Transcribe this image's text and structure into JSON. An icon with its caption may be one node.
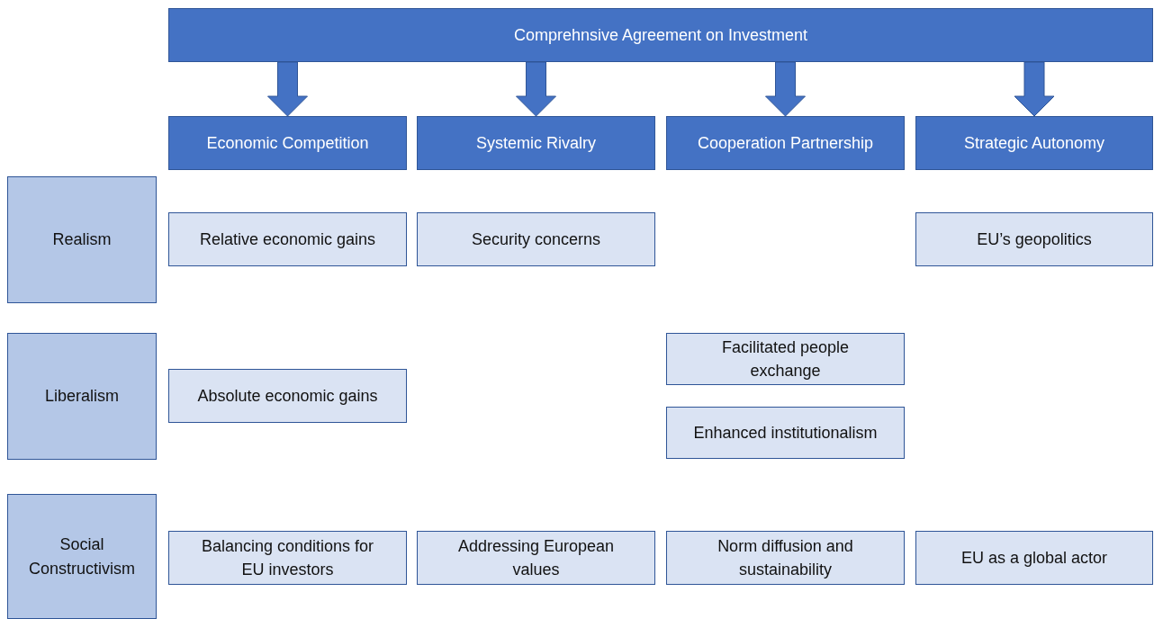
{
  "diagram": {
    "nodes": [
      {
        "text": [
          "Comprehnsive Agreement on Investment"
        ]
      },
      {
        "text": [
          "Economic Competition"
        ]
      },
      {
        "text": [
          "Systemic Rivalry"
        ]
      },
      {
        "text": [
          "Cooperation Partnership"
        ]
      },
      {
        "text": [
          "Strategic Autonomy"
        ]
      },
      {
        "text": [
          "Realism"
        ]
      },
      {
        "text": [
          "Relative economic gains"
        ]
      },
      {
        "text": [
          "Security concerns"
        ]
      },
      {
        "text": [
          "EU’s geopolitics"
        ]
      },
      {
        "text": [
          "Liberalism"
        ]
      },
      {
        "text": [
          "Facilitated people exchange"
        ]
      },
      {
        "text": [
          "Absolute economic gains"
        ]
      },
      {
        "text": [
          "Enhanced institutionalism"
        ]
      },
      {
        "text": [
          "Social Constructivism"
        ]
      },
      {
        "text": [
          "Balancing conditions for EU investors"
        ]
      },
      {
        "text": [
          "Addressing European values"
        ]
      },
      {
        "text": [
          "Norm diffusion and sustainability"
        ]
      },
      {
        "text": [
          "EU as a global actor"
        ]
      }
    ],
    "edges": [
      {
        "from": 0,
        "to": 1,
        "arrow": "to"
      },
      {
        "from": 0,
        "to": 2,
        "arrow": "to"
      },
      {
        "from": 0,
        "to": 3,
        "arrow": "to"
      },
      {
        "from": 0,
        "to": 4,
        "arrow": "to"
      }
    ]
  }
}
